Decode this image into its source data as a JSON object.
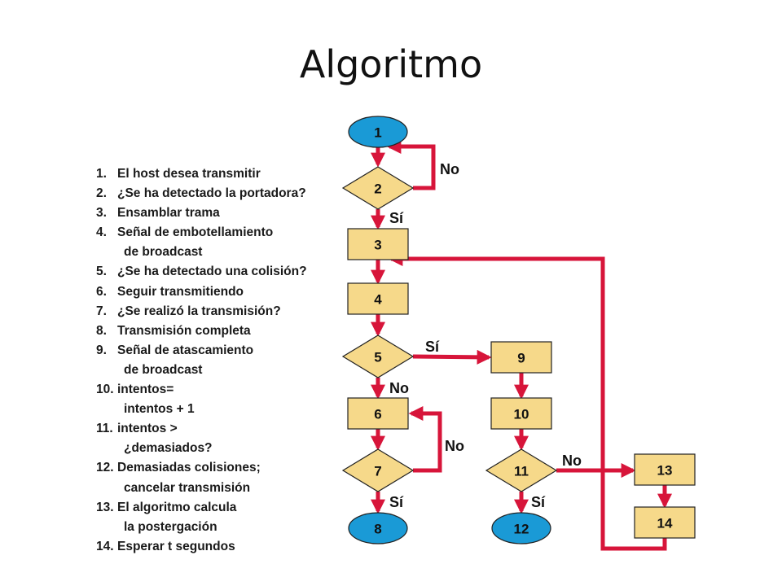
{
  "title": "Algoritmo",
  "steps": [
    {
      "num": "1.",
      "lines": [
        "El host desea transmitir"
      ]
    },
    {
      "num": "2.",
      "lines": [
        "¿Se ha detectado la portadora?"
      ]
    },
    {
      "num": "3.",
      "lines": [
        "Ensamblar trama"
      ]
    },
    {
      "num": "4.",
      "lines": [
        "Señal de embotellamiento",
        "de broadcast"
      ]
    },
    {
      "num": "5.",
      "lines": [
        "¿Se ha detectado una colisión?"
      ]
    },
    {
      "num": "6.",
      "lines": [
        "Seguir transmitiendo"
      ]
    },
    {
      "num": "7.",
      "lines": [
        "¿Se realizó la transmisión?"
      ]
    },
    {
      "num": "8.",
      "lines": [
        "Transmisión completa"
      ]
    },
    {
      "num": "9.",
      "lines": [
        "Señal de atascamiento",
        "de broadcast"
      ]
    },
    {
      "num": "10.",
      "lines": [
        "intentos=",
        "intentos + 1"
      ]
    },
    {
      "num": "11.",
      "lines": [
        "intentos >",
        "¿demasiados?"
      ]
    },
    {
      "num": "12.",
      "lines": [
        "Demasiadas colisiones;",
        "cancelar transmisión"
      ]
    },
    {
      "num": "13.",
      "lines": [
        "El algoritmo calcula",
        "la postergación"
      ]
    },
    {
      "num": "14.",
      "lines": [
        "Esperar t segundos"
      ]
    }
  ],
  "nodes": [
    {
      "id": "1",
      "shape": "oval"
    },
    {
      "id": "2",
      "shape": "diamond"
    },
    {
      "id": "3",
      "shape": "rect"
    },
    {
      "id": "4",
      "shape": "rect"
    },
    {
      "id": "5",
      "shape": "diamond"
    },
    {
      "id": "6",
      "shape": "rect"
    },
    {
      "id": "7",
      "shape": "diamond"
    },
    {
      "id": "8",
      "shape": "oval"
    },
    {
      "id": "9",
      "shape": "rect"
    },
    {
      "id": "10",
      "shape": "rect"
    },
    {
      "id": "11",
      "shape": "diamond"
    },
    {
      "id": "12",
      "shape": "oval"
    },
    {
      "id": "13",
      "shape": "rect"
    },
    {
      "id": "14",
      "shape": "rect"
    }
  ],
  "edge_labels": {
    "yes": "Sí",
    "no": "No"
  },
  "colors": {
    "oval": "#1a9ad6",
    "box": "#f6d98a",
    "arrow": "#d7153a",
    "outline": "#222222"
  }
}
